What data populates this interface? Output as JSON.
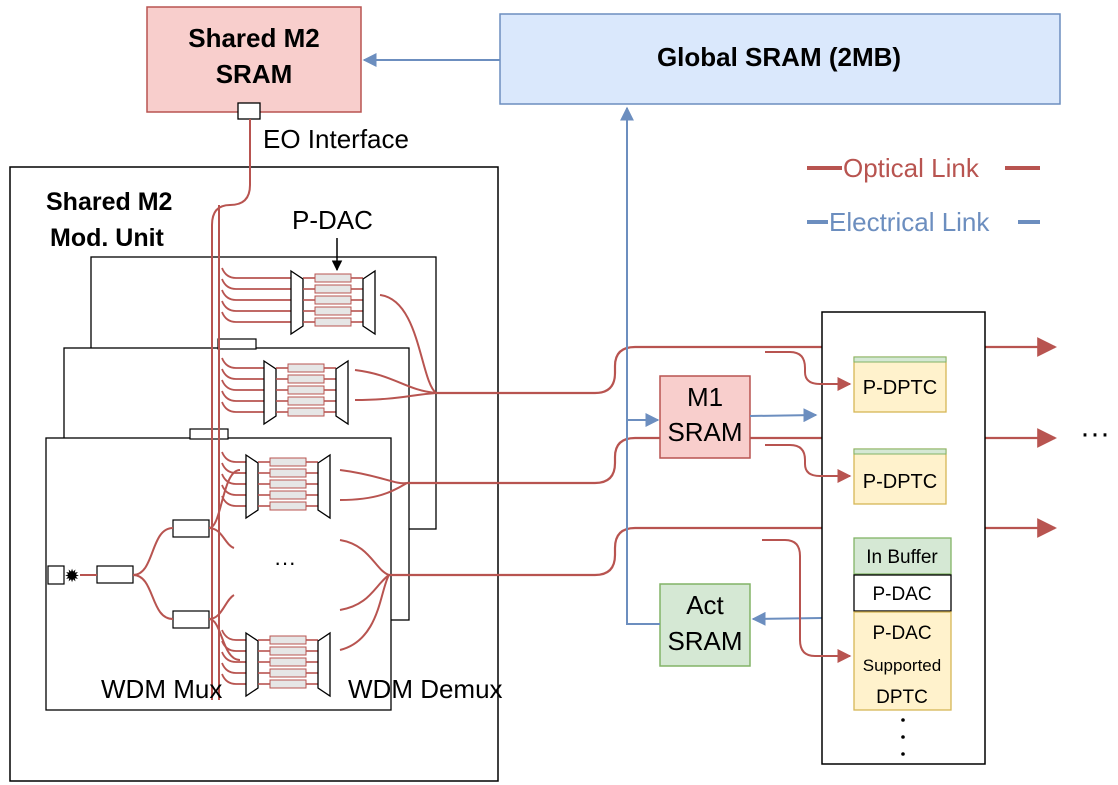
{
  "blocks": {
    "shared_m2_sram": [
      "Shared M2",
      "SRAM"
    ],
    "global_sram": "Global SRAM (2MB)",
    "eo_interface": "EO Interface",
    "mod_unit": [
      "Shared M2",
      "Mod. Unit"
    ],
    "pdac_top": "P-DAC",
    "m1_sram": [
      "M1",
      "SRAM"
    ],
    "act_sram": [
      "Act",
      "SRAM"
    ],
    "wdm_mux": "WDM Mux",
    "wdm_demux": "WDM Demux",
    "mid_ellipsis": "···",
    "right_ellipsis": "···"
  },
  "legend": {
    "optical": "Optical Link",
    "electrical": "Electrical Link"
  },
  "column": {
    "pdptc_1": "P-DPTC",
    "pdptc_2": "P-DPTC",
    "in_buffer": "In Buffer",
    "pdac": "P-DAC",
    "supported": [
      "P-DAC",
      "Supported",
      "DPTC"
    ]
  },
  "colors": {
    "optical": "#b85450",
    "electrical": "#6c8ebf",
    "red_fill": "#f8cecc",
    "blue_fill": "#dae8fc",
    "green_fill": "#d5e8d4",
    "yellow_fill": "#fff2cc",
    "yellow_stroke": "#d6b656"
  }
}
